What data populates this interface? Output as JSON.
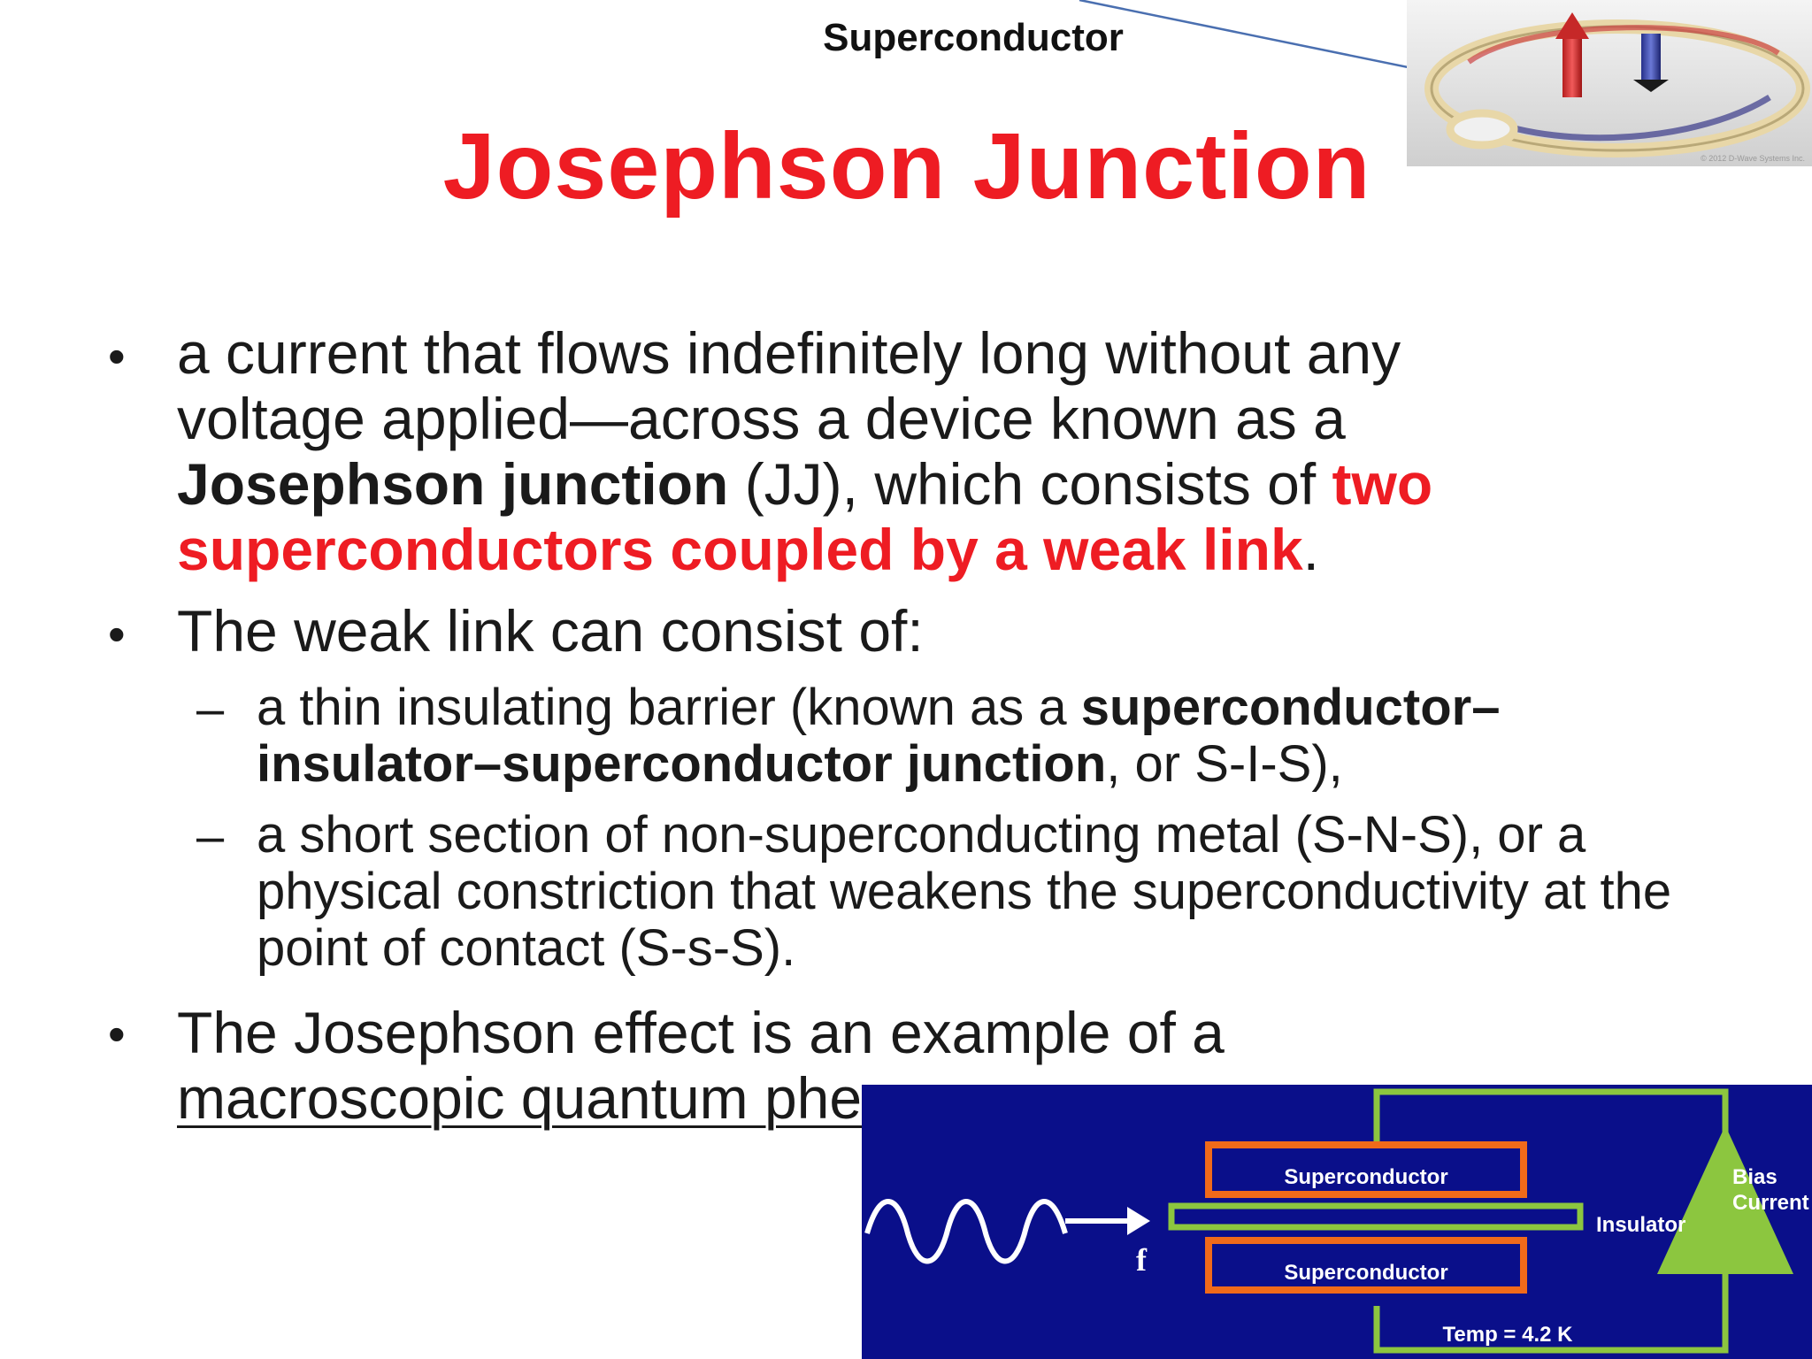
{
  "header": {
    "superconductor_label": "Superconductor",
    "title": "Josephson Junction"
  },
  "bullets": {
    "b1": {
      "part1": "a current that flows indefinitely long without any voltage applied—across a device known as a ",
      "bold": "Josephson junction",
      "part2": " (JJ), which consists of ",
      "red": "two superconductors coupled by a weak link",
      "end": "."
    },
    "b2": "The weak link can consist of:",
    "s1": {
      "part1": " a thin insulating barrier (known as a ",
      "bold": "superconductor–insulator–superconductor junction",
      "part2": ", or S-I-S),"
    },
    "s2": "a short section of non-superconducting metal (S-N-S), or a physical constriction that weakens the superconductivity at the point of contact (S-s-S).",
    "b3": {
      "part1": "The Josephson effect is an example of a ",
      "link": "macroscopic quantum phenomenon",
      "end": "."
    },
    "bullet_glyph": "•",
    "dash_glyph": "–"
  },
  "diagram": {
    "top_layer": "Superconductor",
    "bottom_layer": "Superconductor",
    "insulator": "Insulator",
    "bias_line1": "Bias",
    "bias_line2": "Current",
    "freq": "f",
    "temp": "Temp = 4.2 K"
  },
  "colors": {
    "title_red": "#ee1c23",
    "diagram_bg": "#0a0f8a",
    "layer_orange": "#f06a1a",
    "wire_green": "#8cc63f"
  },
  "watermark": "© 2012 D-Wave Systems Inc."
}
